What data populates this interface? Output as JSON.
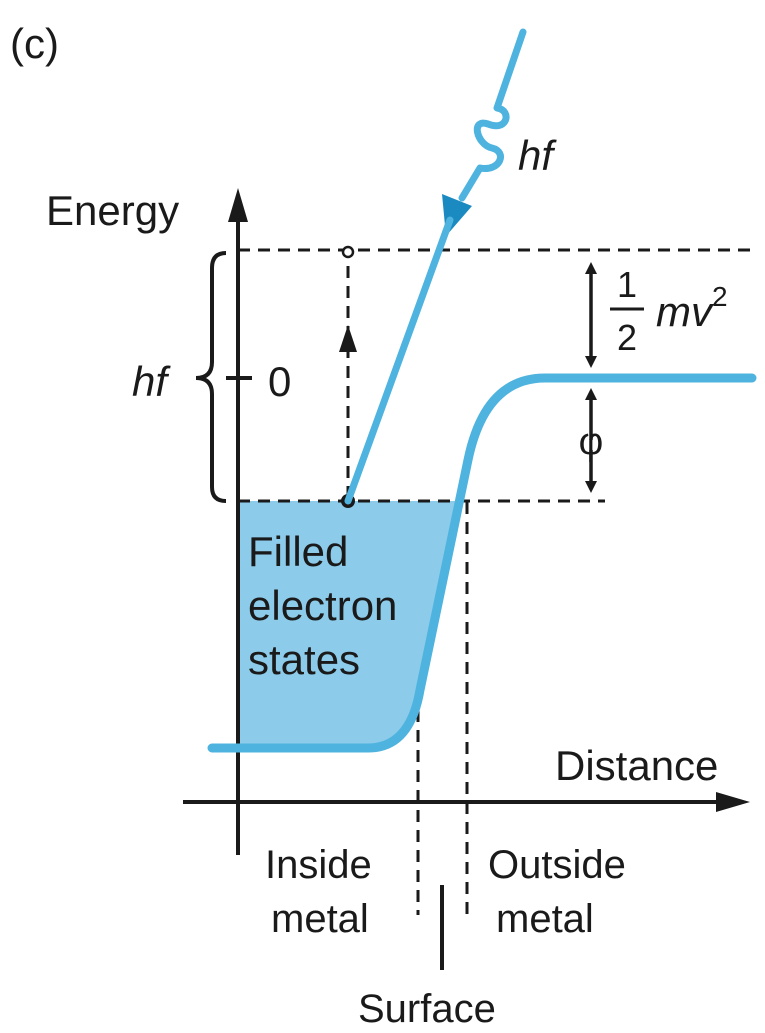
{
  "panel_label": "(c)",
  "photon_label": "hf",
  "axes": {
    "y_label": "Energy",
    "x_label": "Distance"
  },
  "left_brace": {
    "label": "hf",
    "zero_label": "0"
  },
  "kinetic_energy": {
    "fraction_num": "1",
    "fraction_den": "2",
    "symbol": "mv",
    "exponent": "2"
  },
  "work_function_symbol": "φ",
  "filled_region": {
    "line1": "Filled",
    "line2": "electron",
    "line3": "states"
  },
  "regions": {
    "inside_line1": "Inside",
    "inside_line2": "metal",
    "outside_line1": "Outside",
    "outside_line2": "metal",
    "surface": "Surface"
  },
  "colors": {
    "accent": "#4fb3df",
    "fill": "#8ccbe9",
    "ink": "#1a1a1a"
  }
}
